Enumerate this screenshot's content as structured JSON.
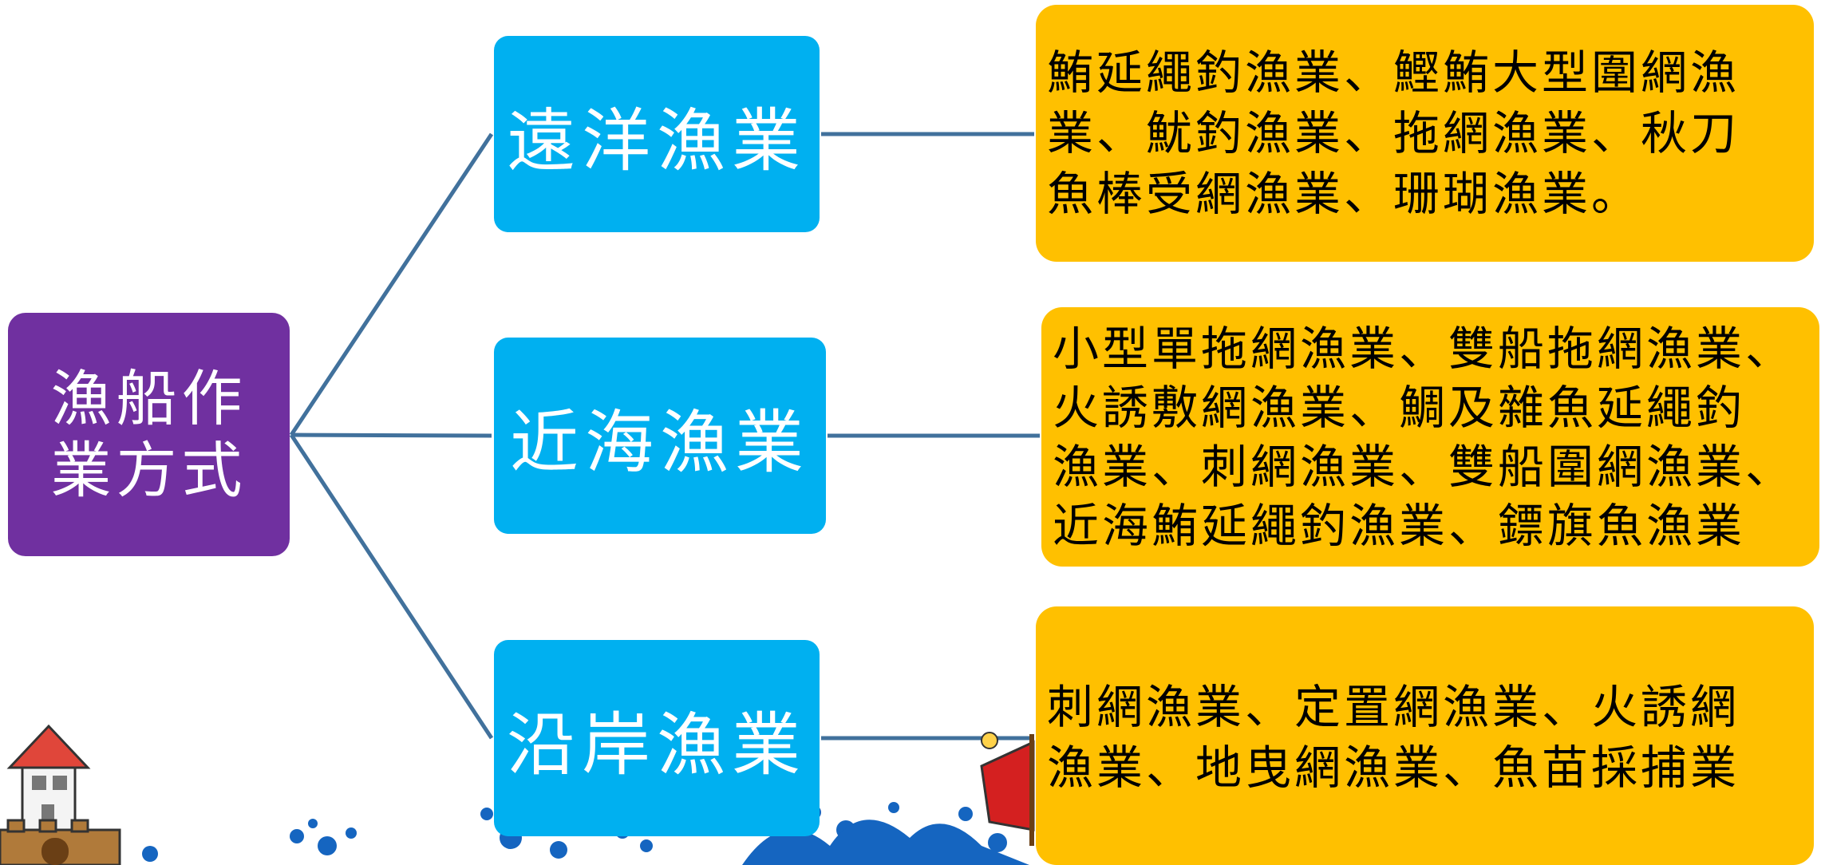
{
  "diagram": {
    "root": {
      "label": "漁船作\n業方式",
      "color": "#7030a0"
    },
    "categories": [
      {
        "label": "遠洋漁業",
        "details": "鮪延繩釣漁業、鰹鮪大型圍網漁\n業、魷釣漁業、拖網漁業、秋刀\n魚棒受網漁業、珊瑚漁業。"
      },
      {
        "label": "近海漁業",
        "details": "小型單拖網漁業、雙船拖網漁業、\n火誘敷網漁業、鯛及雜魚延繩釣\n漁業、刺網漁業、雙船圍網漁業、\n近海鮪延繩釣漁業、鏢旗魚漁業"
      },
      {
        "label": "沿岸漁業",
        "details": "刺網漁業、定置網漁業、火誘網\n漁業、地曳網漁業、魚苗採捕業"
      }
    ],
    "colors": {
      "category": "#00b0f0",
      "detail": "#ffc000",
      "connector": "#41719c"
    }
  }
}
